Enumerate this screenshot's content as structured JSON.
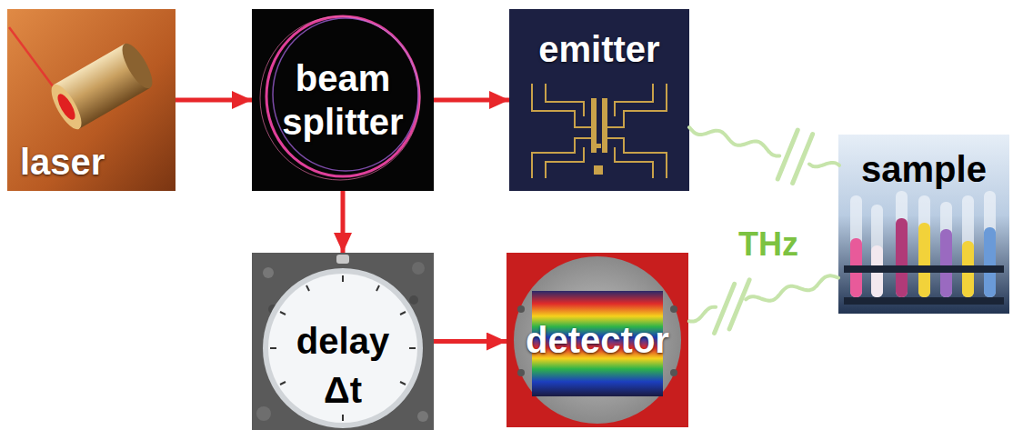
{
  "diagram": {
    "nodes": [
      {
        "text": [
          "laser"
        ]
      },
      {
        "text": [
          "beam splitter"
        ]
      },
      {
        "text": [
          "emitter"
        ]
      },
      {
        "text": [
          "sample"
        ]
      },
      {
        "text": [
          "delay Δt"
        ]
      },
      {
        "text": [
          "detector"
        ]
      }
    ],
    "edges": [
      {
        "from": 0,
        "to": 1,
        "arrow": "to"
      },
      {
        "from": 1,
        "to": 2,
        "arrow": "to"
      },
      {
        "from": 1,
        "to": 4,
        "arrow": "to"
      },
      {
        "from": 4,
        "to": 5,
        "arrow": "to"
      },
      {
        "from": 2,
        "to": 3,
        "arrow": "none"
      },
      {
        "from": 3,
        "to": 5,
        "arrow": "none"
      }
    ],
    "labels": [
      "THz"
    ]
  }
}
